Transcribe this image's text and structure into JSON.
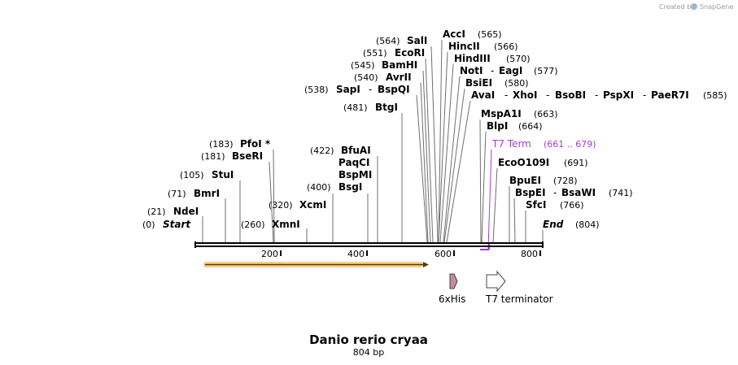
{
  "watermark": {
    "prefix": "Created by",
    "brand": "SnapGene"
  },
  "map": {
    "title": "Danio rerio cryaa",
    "subtitle": "804 bp",
    "length": 804
  },
  "axis": {
    "ticks": [
      "200",
      "400",
      "600",
      "800"
    ]
  },
  "features": {
    "his": "6xHis",
    "t7": "T7 terminator",
    "t7_label": "T7 Term",
    "t7_range": "(661 .. 679)"
  },
  "ends": {
    "start_pos": "(0)",
    "start": "Start",
    "end": "End",
    "end_pos": "(804)"
  },
  "sites": {
    "ndei": {
      "pos": "(21)",
      "name": "NdeI"
    },
    "bmri": {
      "pos": "(71)",
      "name": "BmrI"
    },
    "stui": {
      "pos": "(105)",
      "name": "StuI"
    },
    "seri": {
      "pos": "(181)",
      "name": "BseRI"
    },
    "pfoi": {
      "pos": "(183)",
      "name": "PfoI *"
    },
    "xmni": {
      "pos": "(260)",
      "name": "XmnI"
    },
    "xcmi": {
      "pos": "(320)",
      "name": "XcmI"
    },
    "bsgi": {
      "pos": "(400)",
      "name": "BsgI"
    },
    "bspmi": {
      "name": "BspMI"
    },
    "paqci": {
      "name": "PaqCI"
    },
    "bfuai": {
      "pos": "(422)",
      "name": "BfuAI"
    },
    "btgi": {
      "pos": "(481)",
      "name": "BtgI"
    },
    "sapi": {
      "pos": "(538)",
      "name": "SapI",
      "sep": "-",
      "name2": "BspQI"
    },
    "avrii": {
      "pos": "(540)",
      "name": "AvrII"
    },
    "bamhi": {
      "pos": "(545)",
      "name": "BamHI"
    },
    "ecori": {
      "pos": "(551)",
      "name": "EcoRI"
    },
    "sali": {
      "pos": "(564)",
      "name": "SalI"
    },
    "acci": {
      "name": "AccI",
      "pos": "(565)"
    },
    "hincii": {
      "name": "HincII",
      "pos": "(566)"
    },
    "hindiii": {
      "name": "HindIII",
      "pos": "(570)"
    },
    "noti": {
      "name": "NotI",
      "sep": "-",
      "name2": "EagI",
      "pos": "(577)"
    },
    "bsiei": {
      "name": "BsiEI",
      "pos": "(580)"
    },
    "avai": {
      "name": "AvaI",
      "sep1": "-",
      "n2": "XhoI",
      "sep2": "-",
      "n3": "BsoBI",
      "sep3": "-",
      "n4": "PspXI",
      "sep4": "-",
      "n5": "PaeR7I",
      "pos": "(585)"
    },
    "mspa1i": {
      "name": "MspA1I",
      "pos": "(663)"
    },
    "blpi": {
      "name": "BlpI",
      "pos": "(664)"
    },
    "eco0109i": {
      "name": "EcoO109I",
      "pos": "(691)"
    },
    "bpuei": {
      "name": "BpuEI",
      "pos": "(728)"
    },
    "bspei": {
      "name": "BspEI",
      "sep": "-",
      "name2": "BsaWI",
      "pos": "(741)"
    },
    "sfci": {
      "name": "SfcI",
      "pos": "(766)"
    }
  },
  "colors": {
    "orf": "#f5a623",
    "his": "#c58aa0",
    "t7": "#a23bd6",
    "line": "#6f6f6f"
  }
}
